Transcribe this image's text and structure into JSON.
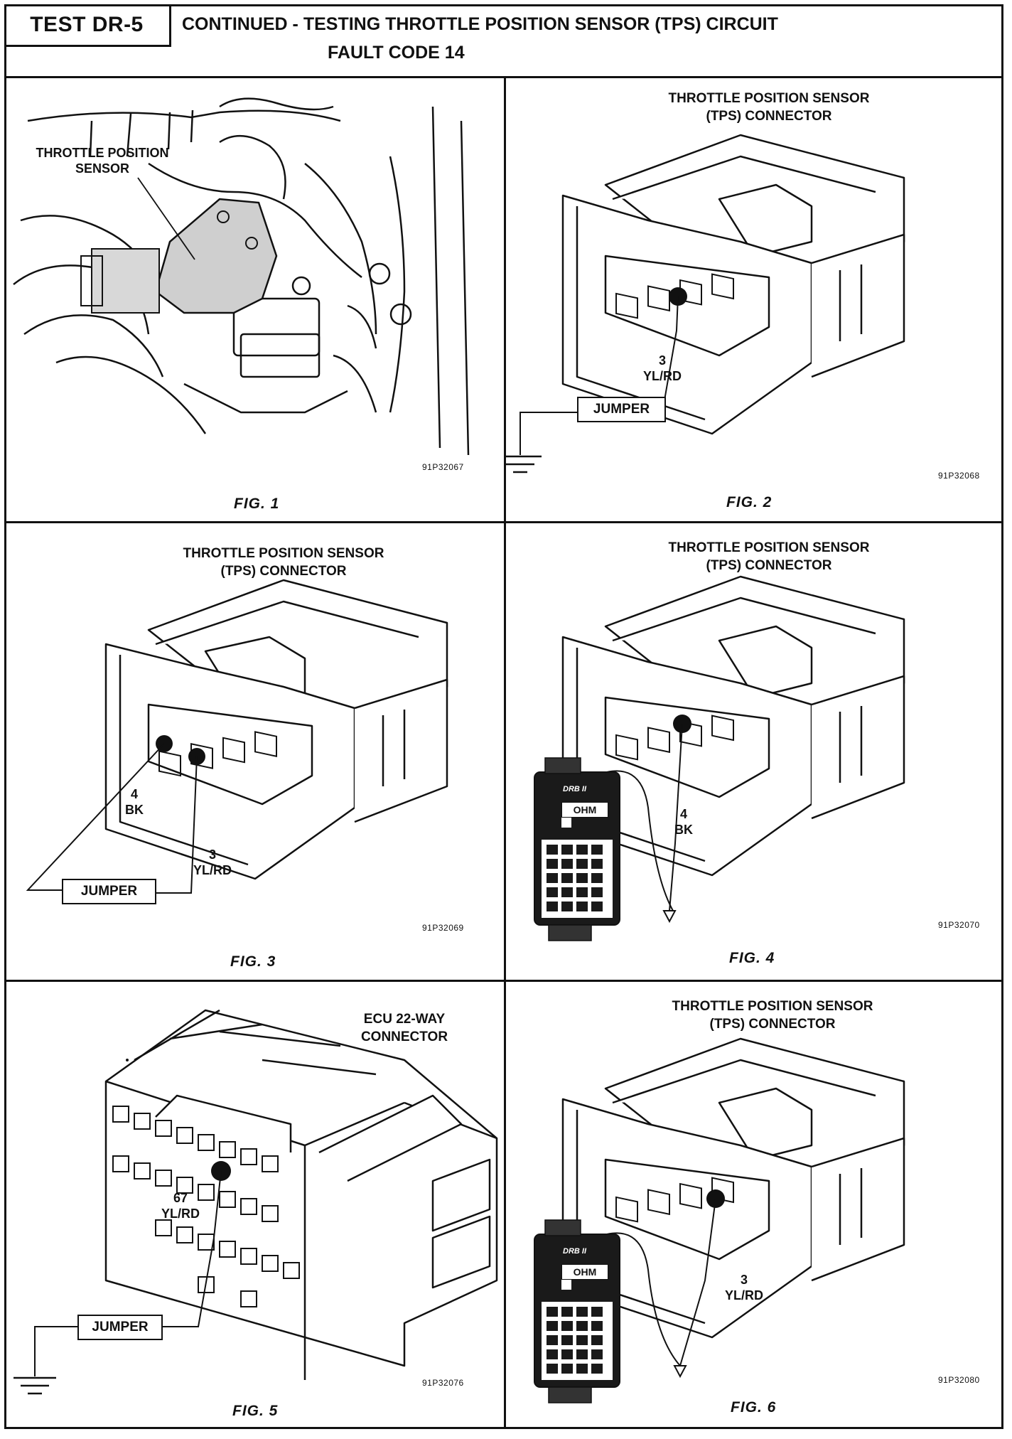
{
  "header": {
    "test_id": "TEST DR-5",
    "title_line1": "CONTINUED -  TESTING THROTTLE POSITION SENSOR (TPS) CIRCUIT",
    "title_line2": "FAULT CODE 14"
  },
  "panels": [
    {
      "fig": "FIG. 1",
      "code": "91P32067",
      "callout": "THROTTLE POSITION\nSENSOR"
    },
    {
      "fig": "FIG. 2",
      "code": "91P32068",
      "title": "THROTTLE POSITION SENSOR\n(TPS) CONNECTOR",
      "pin_label": "3\nYL/RD",
      "jumper": "JUMPER"
    },
    {
      "fig": "FIG. 3",
      "code": "91P32069",
      "title": "THROTTLE POSITION SENSOR\n(TPS) CONNECTOR",
      "pin_label_a": "4\nBK",
      "pin_label_b": "3\nYL/RD",
      "jumper": "JUMPER"
    },
    {
      "fig": "FIG. 4",
      "code": "91P32070",
      "title": "THROTTLE POSITION SENSOR\n(TPS) CONNECTOR",
      "pin_label": "4\nBK",
      "meter_brand": "DRB II",
      "meter_mode": "OHM"
    },
    {
      "fig": "FIG. 5",
      "code": "91P32076",
      "title": "ECU 22-WAY\nCONNECTOR",
      "pin_label": "67\nYL/RD",
      "jumper": "JUMPER"
    },
    {
      "fig": "FIG. 6",
      "code": "91P32080",
      "title": "THROTTLE POSITION SENSOR\n(TPS) CONNECTOR",
      "pin_label": "3\nYL/RD",
      "meter_brand": "DRB II",
      "meter_mode": "OHM"
    }
  ]
}
